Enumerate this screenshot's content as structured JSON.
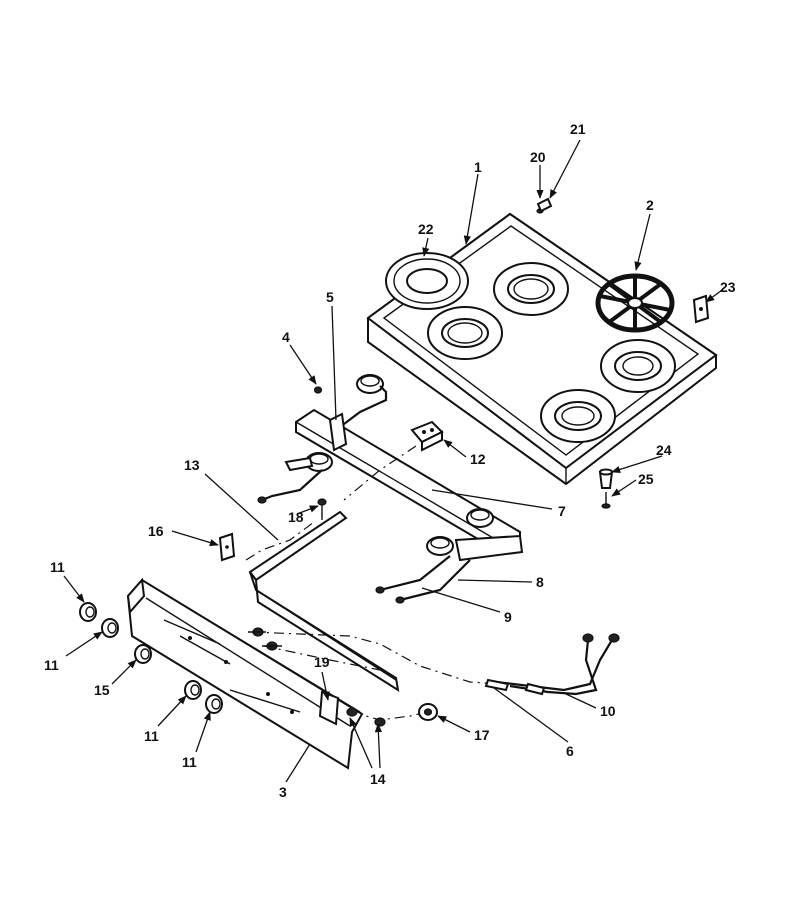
{
  "callouts": {
    "c1": "1",
    "c2": "2",
    "c3": "3",
    "c4": "4",
    "c5": "5",
    "c6": "6",
    "c7": "7",
    "c8": "8",
    "c9": "9",
    "c10": "10",
    "c11a": "11",
    "c11b": "11",
    "c11c": "11",
    "c11d": "11",
    "c12": "12",
    "c13": "13",
    "c14": "14",
    "c15": "15",
    "c16": "16",
    "c17": "17",
    "c18": "18",
    "c19": "19",
    "c20": "20",
    "c21": "21",
    "c22": "22",
    "c23": "23",
    "c24": "24",
    "c25": "25"
  }
}
